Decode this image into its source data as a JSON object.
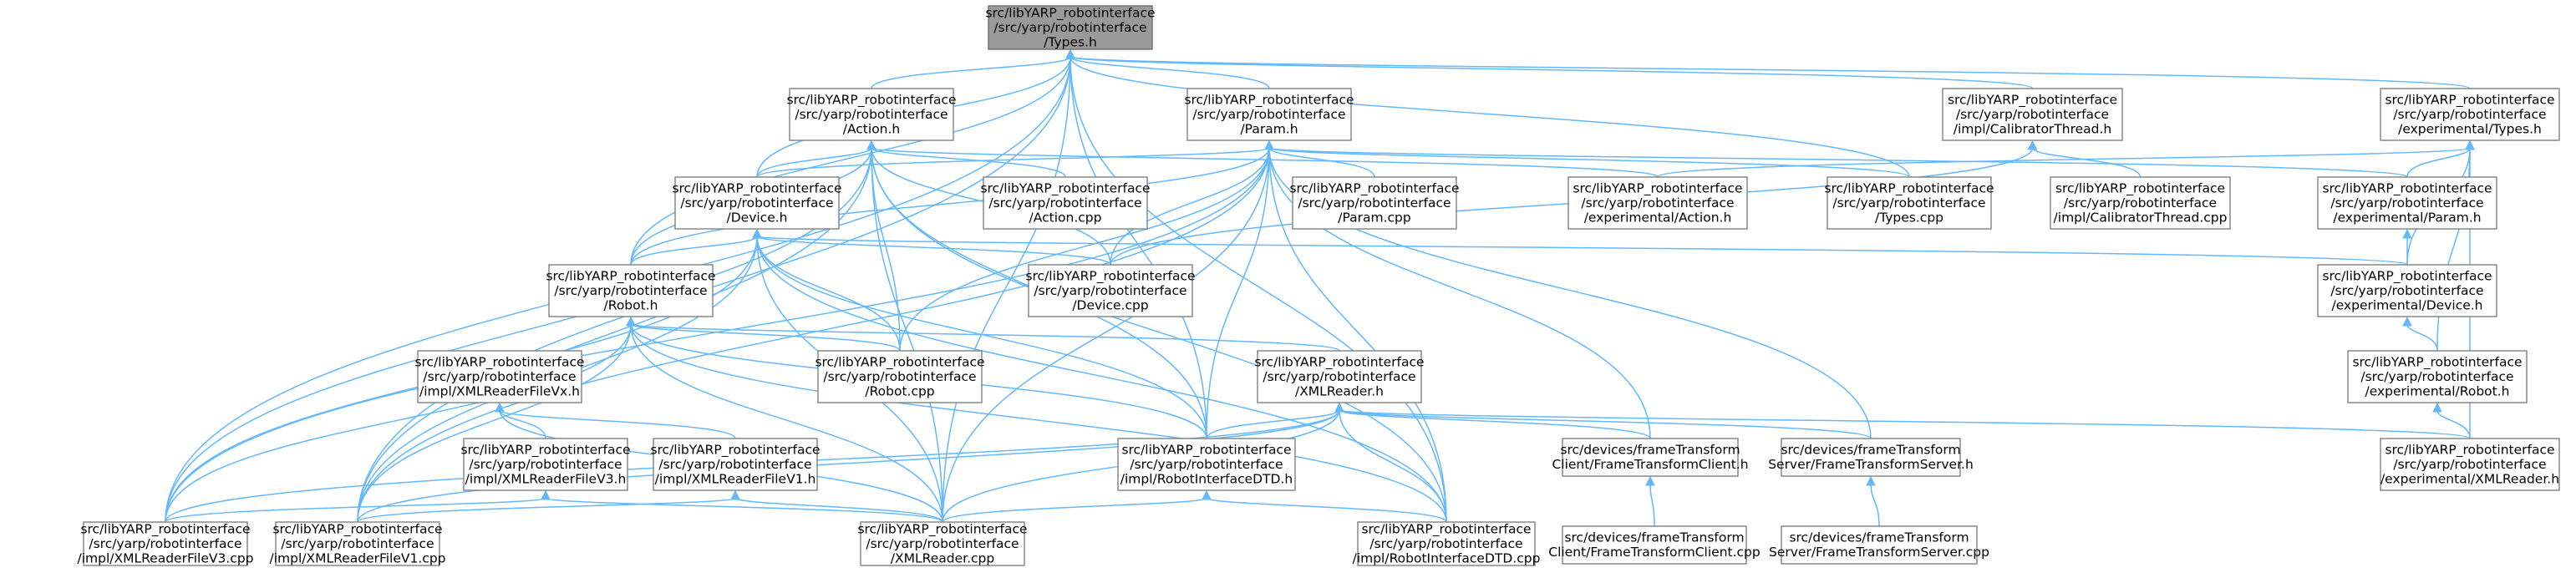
{
  "graph": {
    "root": "types_h",
    "nodes": [
      {
        "id": "types_h",
        "lines": [
          "src/libYARP_robotinterface",
          "/src/yarp/robotinterface",
          "/Types.h"
        ]
      },
      {
        "id": "action_h",
        "lines": [
          "src/libYARP_robotinterface",
          "/src/yarp/robotinterface",
          "/Action.h"
        ]
      },
      {
        "id": "param_h",
        "lines": [
          "src/libYARP_robotinterface",
          "/src/yarp/robotinterface",
          "/Param.h"
        ]
      },
      {
        "id": "calibthread_h",
        "lines": [
          "src/libYARP_robotinterface",
          "/src/yarp/robotinterface",
          "/impl/CalibratorThread.h"
        ]
      },
      {
        "id": "exp_types_h",
        "lines": [
          "src/libYARP_robotinterface",
          "/src/yarp/robotinterface",
          "/experimental/Types.h"
        ]
      },
      {
        "id": "device_h",
        "lines": [
          "src/libYARP_robotinterface",
          "/src/yarp/robotinterface",
          "/Device.h"
        ]
      },
      {
        "id": "action_cpp",
        "lines": [
          "src/libYARP_robotinterface",
          "/src/yarp/robotinterface",
          "/Action.cpp"
        ]
      },
      {
        "id": "param_cpp",
        "lines": [
          "src/libYARP_robotinterface",
          "/src/yarp/robotinterface",
          "/Param.cpp"
        ]
      },
      {
        "id": "exp_action_h",
        "lines": [
          "src/libYARP_robotinterface",
          "/src/yarp/robotinterface",
          "/experimental/Action.h"
        ]
      },
      {
        "id": "types_cpp",
        "lines": [
          "src/libYARP_robotinterface",
          "/src/yarp/robotinterface",
          "/Types.cpp"
        ]
      },
      {
        "id": "calibthread_cpp",
        "lines": [
          "src/libYARP_robotinterface",
          "/src/yarp/robotinterface",
          "/impl/CalibratorThread.cpp"
        ]
      },
      {
        "id": "exp_param_h",
        "lines": [
          "src/libYARP_robotinterface",
          "/src/yarp/robotinterface",
          "/experimental/Param.h"
        ]
      },
      {
        "id": "robot_h",
        "lines": [
          "src/libYARP_robotinterface",
          "/src/yarp/robotinterface",
          "/Robot.h"
        ]
      },
      {
        "id": "device_cpp",
        "lines": [
          "src/libYARP_robotinterface",
          "/src/yarp/robotinterface",
          "/Device.cpp"
        ]
      },
      {
        "id": "exp_device_h",
        "lines": [
          "src/libYARP_robotinterface",
          "/src/yarp/robotinterface",
          "/experimental/Device.h"
        ]
      },
      {
        "id": "xmlreaderfilevx_h",
        "lines": [
          "src/libYARP_robotinterface",
          "/src/yarp/robotinterface",
          "/impl/XMLReaderFileVx.h"
        ]
      },
      {
        "id": "robot_cpp",
        "lines": [
          "src/libYARP_robotinterface",
          "/src/yarp/robotinterface",
          "/Robot.cpp"
        ]
      },
      {
        "id": "xmlreader_h",
        "lines": [
          "src/libYARP_robotinterface",
          "/src/yarp/robotinterface",
          "/XMLReader.h"
        ]
      },
      {
        "id": "exp_robot_h",
        "lines": [
          "src/libYARP_robotinterface",
          "/src/yarp/robotinterface",
          "/experimental/Robot.h"
        ]
      },
      {
        "id": "xmlreaderfilev3_h",
        "lines": [
          "src/libYARP_robotinterface",
          "/src/yarp/robotinterface",
          "/impl/XMLReaderFileV3.h"
        ]
      },
      {
        "id": "xmlreaderfilev1_h",
        "lines": [
          "src/libYARP_robotinterface",
          "/src/yarp/robotinterface",
          "/impl/XMLReaderFileV1.h"
        ]
      },
      {
        "id": "robotinterfacedtd_h",
        "lines": [
          "src/libYARP_robotinterface",
          "/src/yarp/robotinterface",
          "/impl/RobotInterfaceDTD.h"
        ]
      },
      {
        "id": "ftclient_h",
        "lines": [
          "src/devices/frameTransform",
          "Client/FrameTransformClient.h"
        ]
      },
      {
        "id": "ftserver_h",
        "lines": [
          "src/devices/frameTransform",
          "Server/FrameTransformServer.h"
        ]
      },
      {
        "id": "exp_xmlreader_h",
        "lines": [
          "src/libYARP_robotinterface",
          "/src/yarp/robotinterface",
          "/experimental/XMLReader.h"
        ]
      },
      {
        "id": "xmlreaderfilev3_cpp",
        "lines": [
          "src/libYARP_robotinterface",
          "/src/yarp/robotinterface",
          "/impl/XMLReaderFileV3.cpp"
        ]
      },
      {
        "id": "xmlreaderfilev1_cpp",
        "lines": [
          "src/libYARP_robotinterface",
          "/src/yarp/robotinterface",
          "/impl/XMLReaderFileV1.cpp"
        ]
      },
      {
        "id": "xmlreader_cpp",
        "lines": [
          "src/libYARP_robotinterface",
          "/src/yarp/robotinterface",
          "/XMLReader.cpp"
        ]
      },
      {
        "id": "robotinterfacedtd_cpp",
        "lines": [
          "src/libYARP_robotinterface",
          "/src/yarp/robotinterface",
          "/impl/RobotInterfaceDTD.cpp"
        ]
      },
      {
        "id": "ftclient_cpp",
        "lines": [
          "src/devices/frameTransform",
          "Client/FrameTransformClient.cpp"
        ]
      },
      {
        "id": "ftserver_cpp",
        "lines": [
          "src/devices/frameTransform",
          "Server/FrameTransformServer.cpp"
        ]
      }
    ],
    "edges": [
      [
        "types_h",
        "action_h"
      ],
      [
        "types_h",
        "param_h"
      ],
      [
        "types_h",
        "calibthread_h"
      ],
      [
        "types_h",
        "exp_types_h"
      ],
      [
        "types_h",
        "device_h"
      ],
      [
        "types_h",
        "robot_h"
      ],
      [
        "types_h",
        "types_cpp"
      ],
      [
        "types_h",
        "robotinterfacedtd_h"
      ],
      [
        "types_h",
        "xmlreaderfilev3_cpp"
      ],
      [
        "types_h",
        "xmlreaderfilev1_cpp"
      ],
      [
        "types_h",
        "xmlreader_cpp"
      ],
      [
        "types_h",
        "robotinterfacedtd_cpp"
      ],
      [
        "action_h",
        "device_h"
      ],
      [
        "action_h",
        "action_cpp"
      ],
      [
        "action_h",
        "exp_action_h"
      ],
      [
        "action_h",
        "robot_h"
      ],
      [
        "action_h",
        "device_cpp"
      ],
      [
        "action_h",
        "robot_cpp"
      ],
      [
        "action_h",
        "robotinterfacedtd_h"
      ],
      [
        "action_h",
        "xmlreaderfilev3_cpp"
      ],
      [
        "action_h",
        "xmlreaderfilev1_cpp"
      ],
      [
        "action_h",
        "xmlreader_cpp"
      ],
      [
        "action_h",
        "robotinterfacedtd_cpp"
      ],
      [
        "param_h",
        "device_h"
      ],
      [
        "param_h",
        "param_cpp"
      ],
      [
        "param_h",
        "types_cpp"
      ],
      [
        "param_h",
        "exp_param_h"
      ],
      [
        "param_h",
        "robot_h"
      ],
      [
        "param_h",
        "device_cpp"
      ],
      [
        "param_h",
        "robot_cpp"
      ],
      [
        "param_h",
        "robotinterfacedtd_h"
      ],
      [
        "param_h",
        "ftclient_h"
      ],
      [
        "param_h",
        "ftserver_h"
      ],
      [
        "param_h",
        "xmlreaderfilev3_cpp"
      ],
      [
        "param_h",
        "xmlreaderfilev1_cpp"
      ],
      [
        "param_h",
        "xmlreader_cpp"
      ],
      [
        "param_h",
        "robotinterfacedtd_cpp"
      ],
      [
        "calibthread_h",
        "calibthread_cpp"
      ],
      [
        "calibthread_h",
        "device_cpp"
      ],
      [
        "exp_types_h",
        "exp_action_h"
      ],
      [
        "exp_types_h",
        "exp_param_h"
      ],
      [
        "exp_types_h",
        "exp_device_h"
      ],
      [
        "exp_types_h",
        "exp_robot_h"
      ],
      [
        "exp_types_h",
        "exp_xmlreader_h"
      ],
      [
        "device_h",
        "robot_h"
      ],
      [
        "device_h",
        "device_cpp"
      ],
      [
        "device_h",
        "exp_device_h"
      ],
      [
        "device_h",
        "robot_cpp"
      ],
      [
        "device_h",
        "robotinterfacedtd_h"
      ],
      [
        "device_h",
        "xmlreaderfilev3_cpp"
      ],
      [
        "device_h",
        "xmlreaderfilev1_cpp"
      ],
      [
        "device_h",
        "xmlreader_cpp"
      ],
      [
        "device_h",
        "robotinterfacedtd_cpp"
      ],
      [
        "exp_param_h",
        "exp_device_h"
      ],
      [
        "exp_device_h",
        "exp_robot_h"
      ],
      [
        "exp_robot_h",
        "exp_xmlreader_h"
      ],
      [
        "robot_h",
        "robot_cpp"
      ],
      [
        "robot_h",
        "xmlreader_h"
      ],
      [
        "robot_h",
        "robotinterfacedtd_h"
      ],
      [
        "robot_h",
        "xmlreaderfilev3_cpp"
      ],
      [
        "robot_h",
        "xmlreaderfilev1_cpp"
      ],
      [
        "robot_h",
        "xmlreader_cpp"
      ],
      [
        "robot_h",
        "robotinterfacedtd_cpp"
      ],
      [
        "xmlreaderfilevx_h",
        "xmlreaderfilev3_h"
      ],
      [
        "xmlreaderfilevx_h",
        "xmlreaderfilev1_h"
      ],
      [
        "xmlreaderfilevx_h",
        "xmlreader_cpp"
      ],
      [
        "xmlreader_h",
        "robotinterfacedtd_h"
      ],
      [
        "xmlreader_h",
        "ftclient_h"
      ],
      [
        "xmlreader_h",
        "ftserver_h"
      ],
      [
        "xmlreader_h",
        "exp_xmlreader_h"
      ],
      [
        "xmlreader_h",
        "xmlreaderfilev3_cpp"
      ],
      [
        "xmlreader_h",
        "xmlreaderfilev1_cpp"
      ],
      [
        "xmlreader_h",
        "xmlreader_cpp"
      ],
      [
        "xmlreader_h",
        "robotinterfacedtd_cpp"
      ],
      [
        "xmlreaderfilev3_h",
        "xmlreaderfilev3_cpp"
      ],
      [
        "xmlreaderfilev3_h",
        "xmlreader_cpp"
      ],
      [
        "xmlreaderfilev1_h",
        "xmlreaderfilev1_cpp"
      ],
      [
        "xmlreaderfilev1_h",
        "xmlreader_cpp"
      ],
      [
        "robotinterfacedtd_h",
        "xmlreader_cpp"
      ],
      [
        "robotinterfacedtd_h",
        "robotinterfacedtd_cpp"
      ],
      [
        "ftclient_h",
        "ftclient_cpp"
      ],
      [
        "ftserver_h",
        "ftserver_cpp"
      ]
    ]
  }
}
